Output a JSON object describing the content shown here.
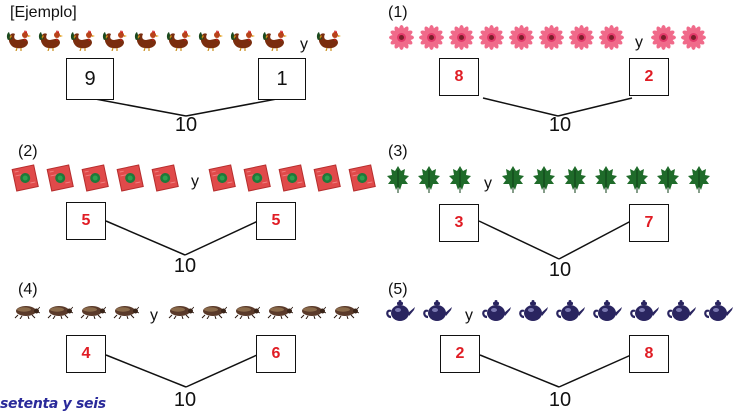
{
  "panels": [
    {
      "key": "ej",
      "label": "[Ejemplo]",
      "icon": "rooster-icon",
      "left_count": 9,
      "right_count": 1,
      "left_value": "9",
      "right_value": "1",
      "total": "10"
    },
    {
      "key": "1",
      "label": "(1)",
      "icon": "pink-flower-icon",
      "left_count": 8,
      "right_count": 2,
      "left_value": "8",
      "right_value": "2",
      "total": "10"
    },
    {
      "key": "2",
      "label": "(2)",
      "icon": "gift-box-icon",
      "left_count": 5,
      "right_count": 5,
      "left_value": "5",
      "right_value": "5",
      "total": "10"
    },
    {
      "key": "3",
      "label": "(3)",
      "icon": "green-leaf-icon",
      "left_count": 3,
      "right_count": 7,
      "left_value": "3",
      "right_value": "7",
      "total": "10"
    },
    {
      "key": "4",
      "label": "(4)",
      "icon": "beetle-icon",
      "left_count": 4,
      "right_count": 6,
      "left_value": "4",
      "right_value": "6",
      "total": "10"
    },
    {
      "key": "5",
      "label": "(5)",
      "icon": "teapot-icon",
      "left_count": 2,
      "right_count": 8,
      "left_value": "2",
      "right_value": "8",
      "total": "10"
    }
  ],
  "connector": "y",
  "footer": {
    "text": "setenta y seis"
  },
  "colors": {
    "answer": "#e01c24",
    "text": "#111111",
    "footer": "#2a2a9a"
  }
}
